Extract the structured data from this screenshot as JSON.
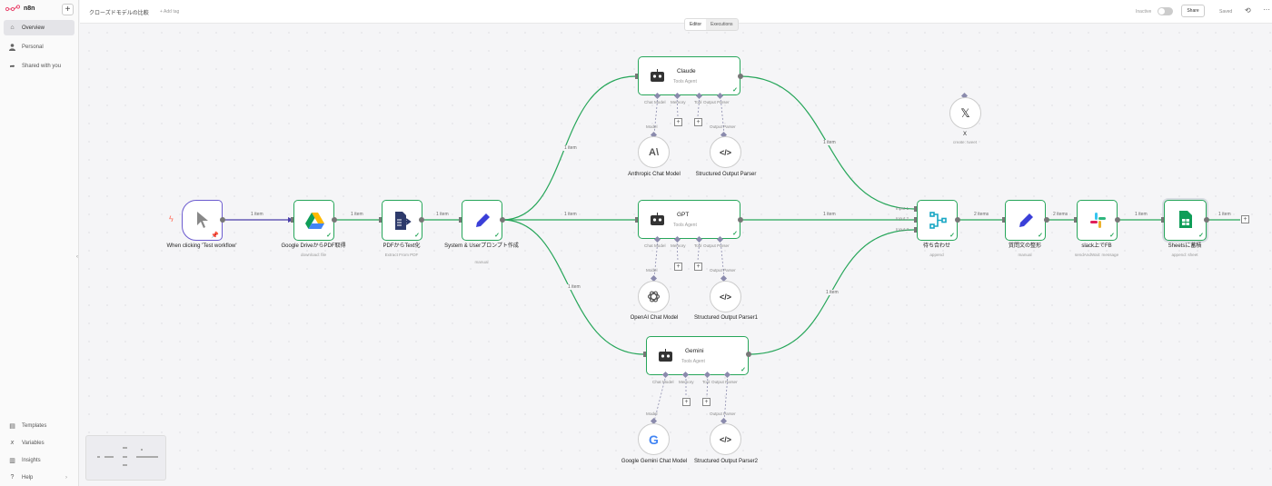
{
  "app": {
    "logo_text": "n8n"
  },
  "sidebar": {
    "items": [
      {
        "label": "Overview",
        "icon": "home-icon"
      },
      {
        "label": "Personal",
        "icon": "user-icon"
      },
      {
        "label": "Shared with you",
        "icon": "share-icon"
      }
    ],
    "bottom_items": [
      {
        "label": "Templates",
        "icon": "templates-icon"
      },
      {
        "label": "Variables",
        "icon": "variables-icon"
      },
      {
        "label": "Insights",
        "icon": "insights-icon"
      },
      {
        "label": "Help",
        "icon": "help-icon"
      }
    ]
  },
  "header": {
    "workflow_title": "クローズドモデルの比較",
    "add_tag": "+ Add tag",
    "status": "Inactive",
    "share": "Share",
    "saved": "Saved",
    "tabs": [
      "Editor",
      "Executions"
    ]
  },
  "nodes": {
    "trigger": {
      "label": "When clicking 'Test workflow'"
    },
    "gdrive": {
      "label": "Google DriveからPDF取得",
      "sub": "download: file"
    },
    "pdf": {
      "label": "PDFからText化",
      "sub": "Extract From PDF"
    },
    "prompt": {
      "label": "System & Userプロンプト作成",
      "sub": "manual"
    },
    "claude": {
      "label": "Claude",
      "sub": "Tools Agent"
    },
    "gpt": {
      "label": "GPT",
      "sub": "Tools Agent"
    },
    "gemini": {
      "label": "Gemini",
      "sub": "Tools Agent"
    },
    "x": {
      "label": "X",
      "sub": "create: tweet"
    },
    "merge": {
      "label": "待ち合わせ",
      "sub": "append",
      "inputs": [
        "Input 1",
        "Input 2",
        "Input 3"
      ]
    },
    "edit": {
      "label": "質問文の整形",
      "sub": "manual"
    },
    "slack": {
      "label": "slack上でFB",
      "sub": "sendAndWait: message"
    },
    "sheets": {
      "label": "Sheetsに蓄積",
      "sub": "append: sheet"
    }
  },
  "ports": {
    "chat_model": "Chat Model",
    "memory": "Memory",
    "tool": "Tool",
    "output_parser": "Output Parser",
    "model": "Model"
  },
  "subnodes": {
    "anthropic": "Anthropic Chat Model",
    "parser_claude": "Structured Output Parser",
    "openai": "OpenAI Chat Model",
    "parser_gpt": "Structured Output Parser1",
    "google": "Google Gemini Chat Model",
    "parser_gemini": "Structured Output Parser2"
  },
  "edge_labels": {
    "item": "1 item",
    "items2": "2 items"
  },
  "colors": {
    "accent": "#27a65a",
    "trigger_border": "#6c5ccf",
    "pen": "#3a3fd8"
  }
}
